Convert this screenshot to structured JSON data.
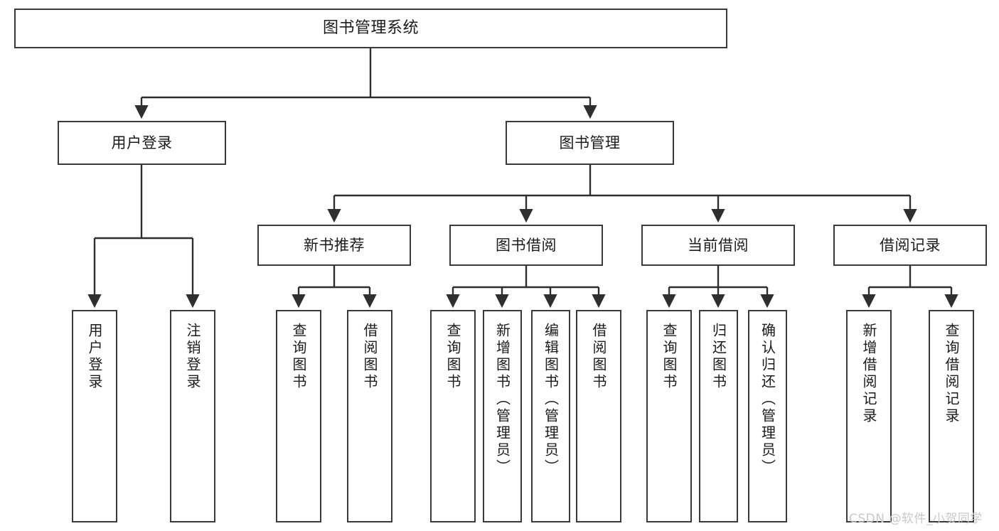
{
  "diagram": {
    "title": "图书管理系统",
    "type": "hierarchy-tree",
    "colors": {
      "node_border": "#3a3a3a",
      "node_fill": "#ffffff",
      "connector": "#2f2f2f",
      "text": "#1b1b1b",
      "watermark": "#c9c9c9",
      "background": "#ffffff"
    },
    "levels": {
      "level0": [
        "图书管理系统"
      ],
      "level1": [
        "用户登录",
        "图书管理"
      ],
      "level2": [
        "新书推荐",
        "图书借阅",
        "当前借阅",
        "借阅记录"
      ],
      "level3": [
        "用户登录",
        "注销登录",
        "查询图书",
        "借阅图书",
        "查询图书",
        "新增图书（管理员）",
        "编辑图书（管理员）",
        "借阅图书",
        "查询图书",
        "归还图书",
        "确认归还（管理员）",
        "新增借阅记录",
        "查询借阅记录"
      ]
    },
    "nodes": {
      "root": {
        "label": "图书管理系统"
      },
      "user_login": {
        "label": "用户登录"
      },
      "book_manage": {
        "label": "图书管理"
      },
      "new_book_rec": {
        "label": "新书推荐"
      },
      "book_borrow": {
        "label": "图书借阅"
      },
      "current_borrow": {
        "label": "当前借阅"
      },
      "borrow_record": {
        "label": "借阅记录"
      },
      "leaf_user_login": {
        "label": "用户登录"
      },
      "leaf_logout": {
        "label": "注销登录"
      },
      "leaf_query_book_1": {
        "label": "查询图书"
      },
      "leaf_borrow_book_1": {
        "label": "借阅图书"
      },
      "leaf_query_book_2": {
        "label": "查询图书"
      },
      "leaf_add_book": {
        "label": "新增图书（管理员）"
      },
      "leaf_edit_book": {
        "label": "编辑图书（管理员）"
      },
      "leaf_borrow_book_2": {
        "label": "借阅图书"
      },
      "leaf_query_book_3": {
        "label": "查询图书"
      },
      "leaf_return_book": {
        "label": "归还图书"
      },
      "leaf_confirm_return": {
        "label": "确认归还（管理员）"
      },
      "leaf_add_record": {
        "label": "新增借阅记录"
      },
      "leaf_query_record": {
        "label": "查询借阅记录"
      }
    },
    "watermark": "CSDN @软件_小贺同学"
  }
}
